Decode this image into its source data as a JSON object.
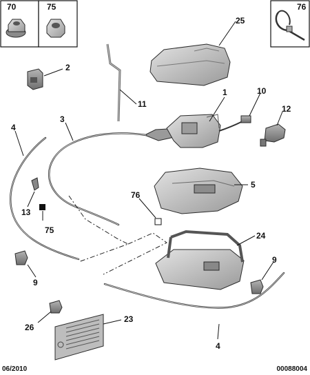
{
  "diagram": {
    "footer": {
      "date_code": "06/2010",
      "reference": "00088004"
    },
    "inset_boxes": [
      {
        "label": "70",
        "part": "flange-nut"
      },
      {
        "label": "75",
        "part": "nut"
      },
      {
        "label": "76",
        "part": "cable-tie"
      }
    ],
    "callouts": [
      {
        "key": "c25",
        "label": "25"
      },
      {
        "key": "c2",
        "label": "2"
      },
      {
        "key": "c11",
        "label": "11"
      },
      {
        "key": "c1",
        "label": "1"
      },
      {
        "key": "c10",
        "label": "10"
      },
      {
        "key": "c12",
        "label": "12"
      },
      {
        "key": "c3",
        "label": "3"
      },
      {
        "key": "c4_top",
        "label": "4"
      },
      {
        "key": "c5",
        "label": "5"
      },
      {
        "key": "c76",
        "label": "76"
      },
      {
        "key": "c13",
        "label": "13"
      },
      {
        "key": "c75",
        "label": "75"
      },
      {
        "key": "c24",
        "label": "24"
      },
      {
        "key": "c9_left",
        "label": "9"
      },
      {
        "key": "c9_right",
        "label": "9"
      },
      {
        "key": "c26",
        "label": "26"
      },
      {
        "key": "c23",
        "label": "23"
      },
      {
        "key": "c4_bottom",
        "label": "4"
      }
    ],
    "colors": {
      "part_fill": "#c9c9c9",
      "part_dark": "#8a8a8a",
      "line": "#111111"
    }
  }
}
